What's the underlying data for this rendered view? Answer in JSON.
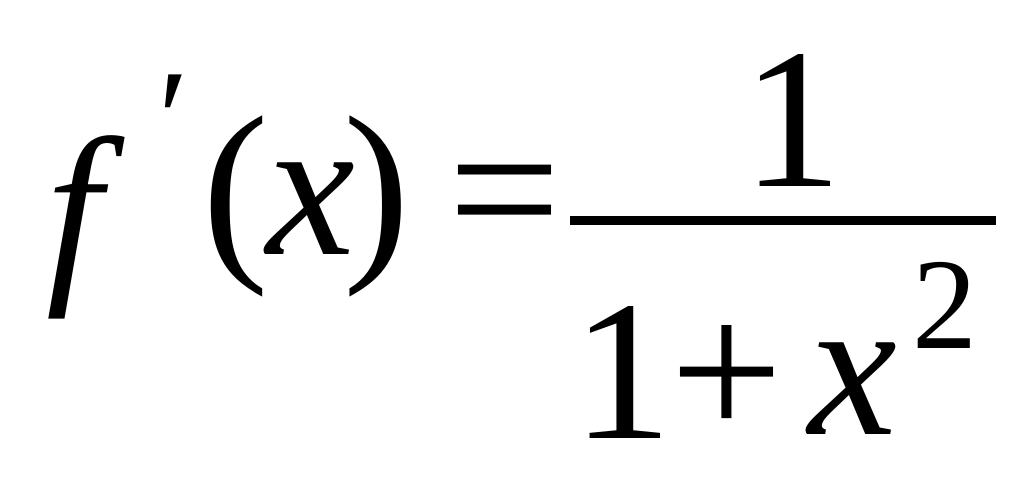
{
  "formula": {
    "lhs": {
      "function": "f",
      "prime": "′",
      "open_paren": "(",
      "variable": "x",
      "close_paren": ")"
    },
    "equals": "=",
    "fraction": {
      "numerator": "1",
      "denominator": {
        "one": "1",
        "plus": "+",
        "variable": "x",
        "exponent": "2"
      }
    }
  }
}
